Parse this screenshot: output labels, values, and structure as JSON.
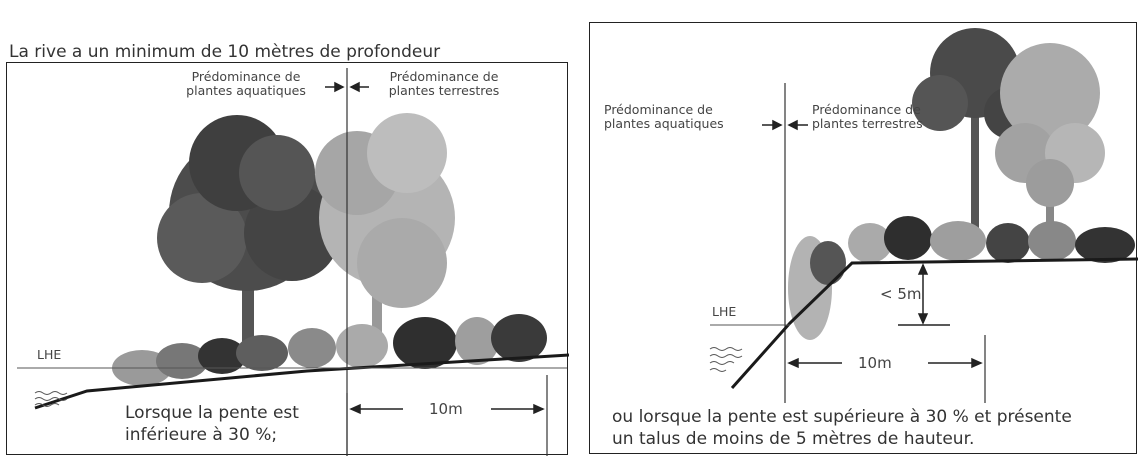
{
  "header": {
    "title_fragment": ""
  },
  "left_panel": {
    "heading": "La rive a un minimum de 10 mètres de profondeur",
    "label_aquatic": [
      "Prédominance de",
      "plantes aquatiques"
    ],
    "label_terrestrial": [
      "Prédominance de",
      "plantes terrestres"
    ],
    "water_label": "LHE",
    "caption": [
      "Lorsque la pente est",
      "inférieure à 30 %;"
    ],
    "distance": "10m"
  },
  "right_panel": {
    "label_aquatic": [
      "Prédominance de",
      "plantes aquatiques"
    ],
    "label_terrestrial": [
      "Prédominance de",
      "plantes terrestres"
    ],
    "water_label": "LHE",
    "height": "< 5m",
    "distance": "10m",
    "caption": [
      "ou lorsque la pente est supérieure à 30 % et présente",
      "un talus de moins de 5 mètres de hauteur."
    ]
  },
  "colors": {
    "tree_dark": "#4a4a4a",
    "tree_light": "#a9a9a9",
    "shrub_dark": "#3c3c3c",
    "shrub_light": "#9a9a9a",
    "line": "#222222"
  }
}
